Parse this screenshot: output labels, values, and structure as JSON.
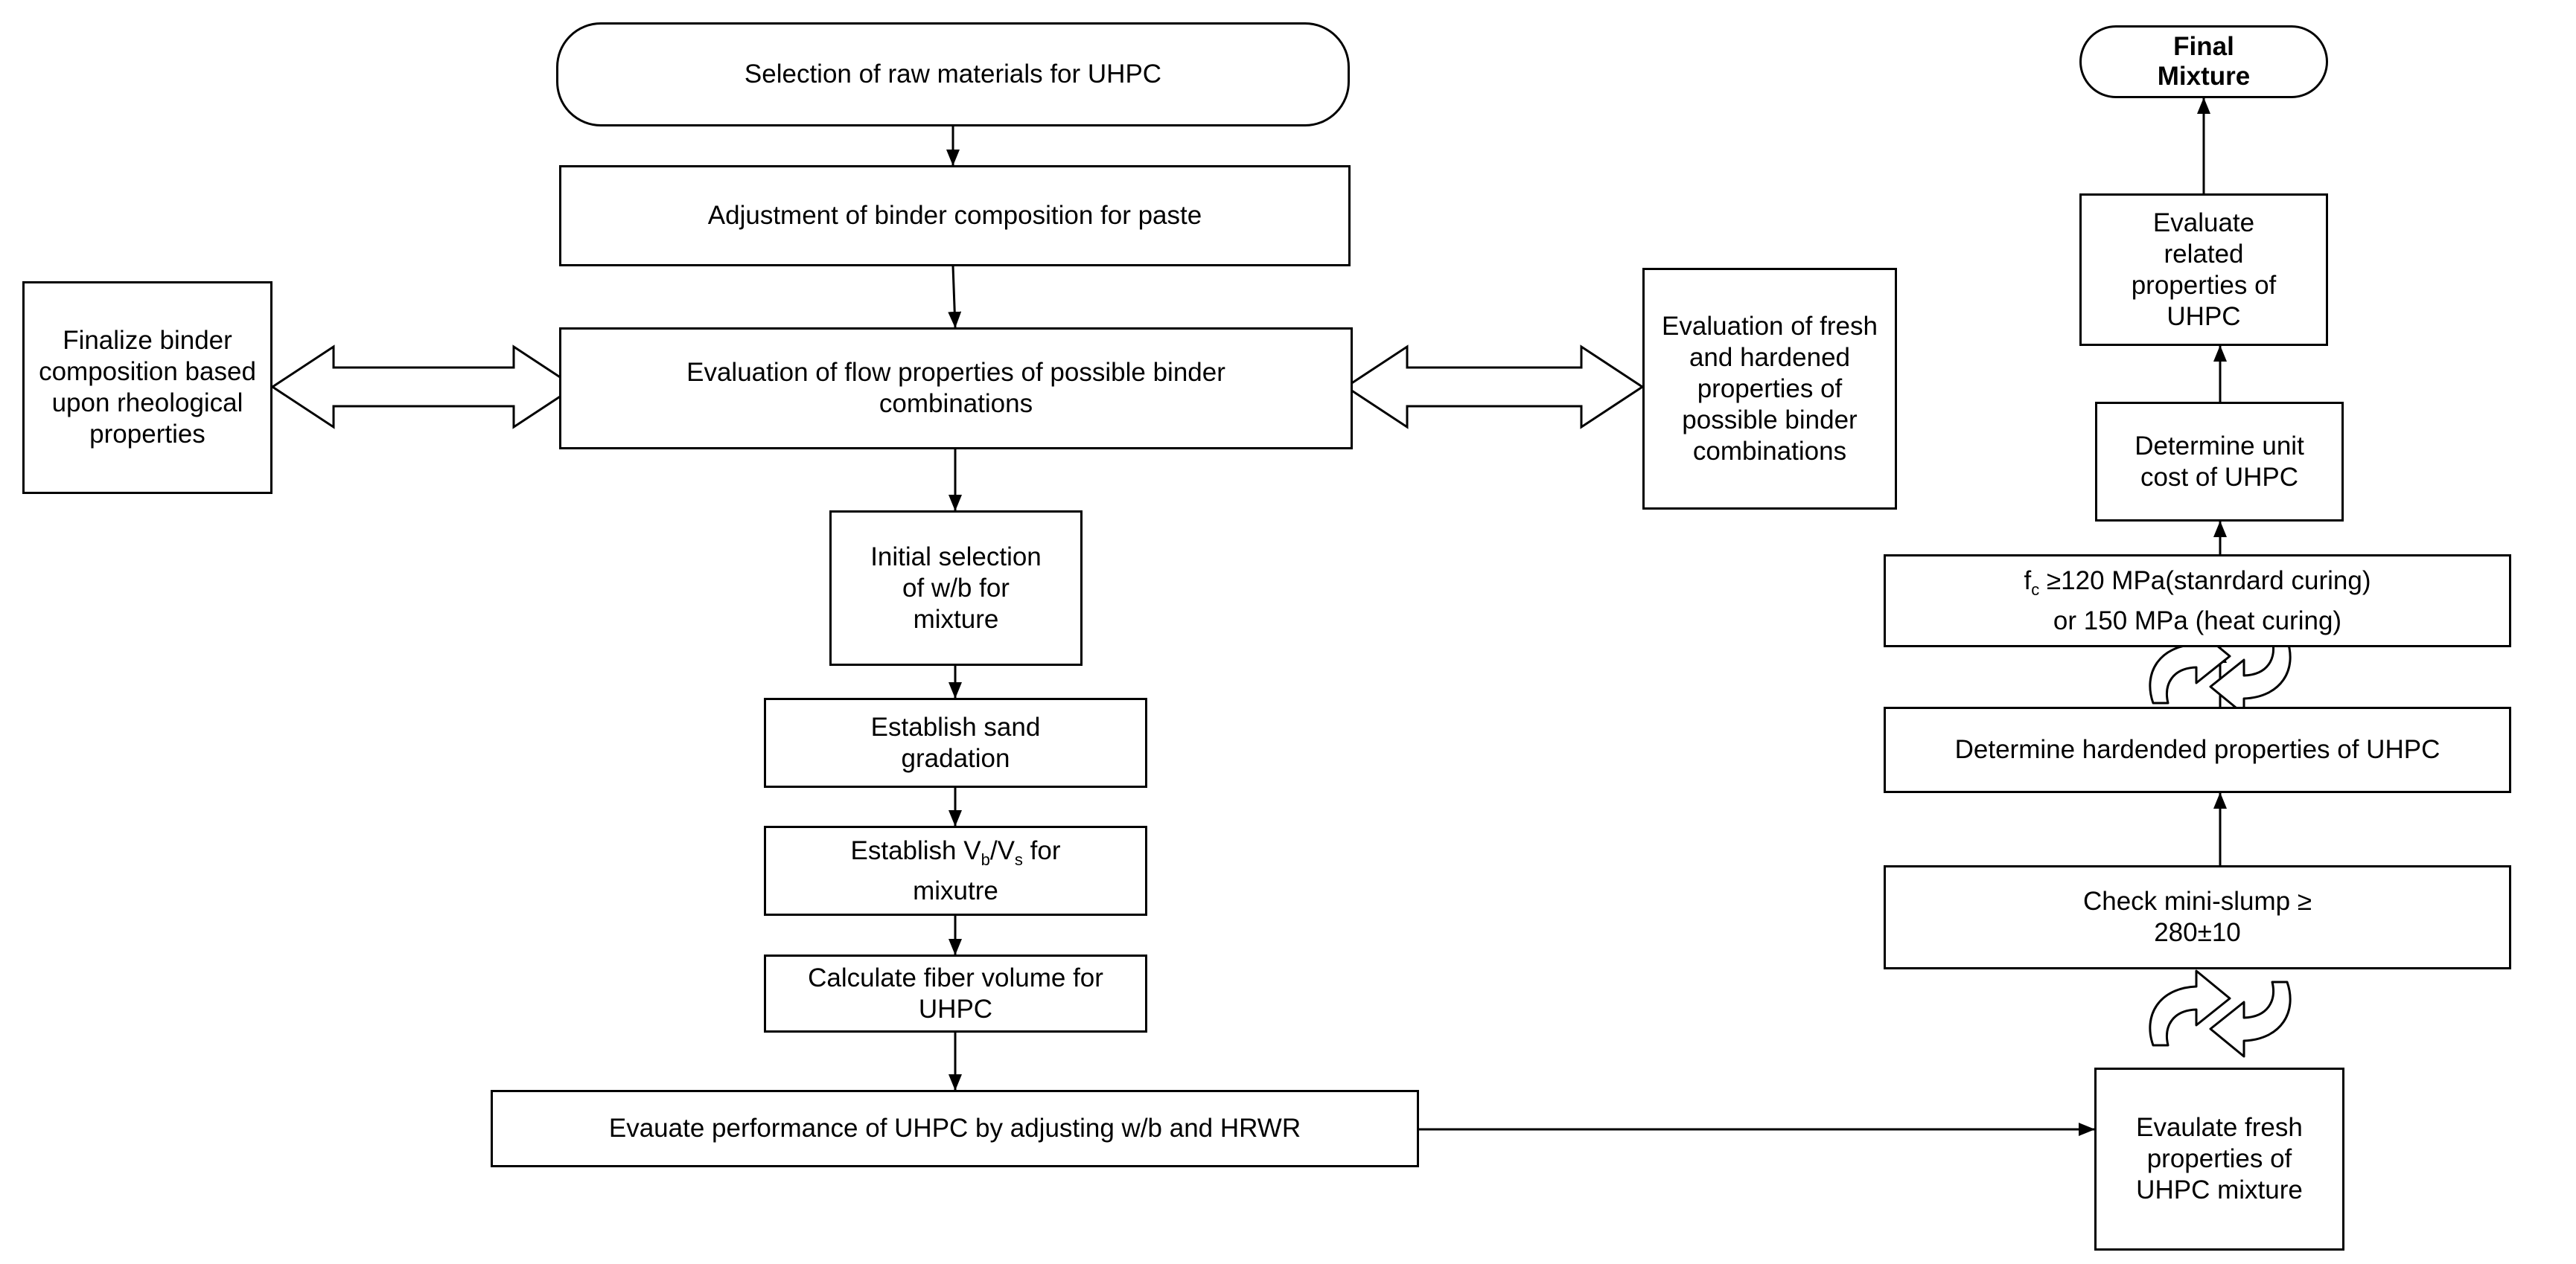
{
  "diagram": {
    "nodes": {
      "start": "Selection of raw materials for UHPC",
      "adjust_binder": "Adjustment of binder composition for paste",
      "eval_flow": "Evaluation of flow properties of possible binder combinations",
      "finalize_binder": "Finalize binder composition based upon rheological properties",
      "eval_fresh_hardened": "Evaluation of fresh and hardened properties of possible binder combinations",
      "initial_wb": "Initial selection of w/b for mixture",
      "sand_gradation": "Establish sand gradation",
      "vb_vs": {
        "text_before": "Establish V",
        "sub_b": "b",
        "slash": "/V",
        "sub_s": "s",
        "text_after": " for mixutre"
      },
      "fiber_volume": "Calculate fiber volume for UHPC",
      "evaluate_performance": "Evauate performance of UHPC by adjusting w/b and HRWR",
      "fresh_props": "Evaulate fresh properties of UHPC mixture",
      "mini_slump": {
        "line1": "Check mini-slump ≥",
        "line2": "280±10"
      },
      "hardened_props": "Determine hardended properties of UHPC",
      "strength": {
        "symbol": "f",
        "sub": "c",
        "line1_rest": " ≥120 MPa(stanrdard curing)",
        "line2": "or 150 MPa (heat curing)"
      },
      "unit_cost": "Determine unit cost of UHPC",
      "related_props": "Evaluate related properties of UHPC",
      "final": "Final Mixture"
    }
  }
}
